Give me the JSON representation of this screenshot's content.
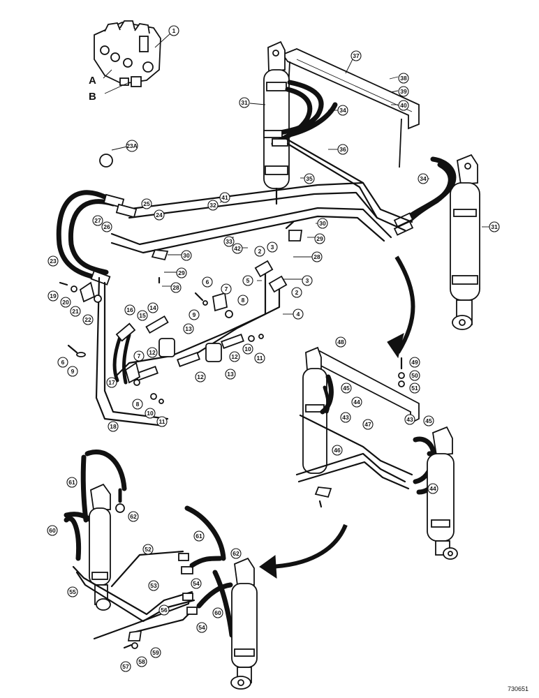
{
  "figure_number": "730651",
  "port_labels": {
    "a": "A",
    "b": "B"
  },
  "callouts": {
    "c1": "1",
    "c2a": "2",
    "c2b": "2",
    "c3a": "3",
    "c3b": "3",
    "c4": "4",
    "c5": "5",
    "c6a": "6",
    "c6b": "6",
    "c7a": "7",
    "c7b": "7",
    "c8a": "8",
    "c8b": "8",
    "c9a": "9",
    "c9b": "9",
    "c10a": "10",
    "c10b": "10",
    "c11a": "11",
    "c11b": "11",
    "c12a": "12",
    "c12b": "12",
    "c12c": "12",
    "c13a": "13",
    "c13b": "13",
    "c14": "14",
    "c15": "15",
    "c16": "16",
    "c17": "17",
    "c18": "18",
    "c19": "19",
    "c20": "20",
    "c21": "21",
    "c22": "22",
    "c23": "23",
    "c23a": "23A",
    "c24": "24",
    "c25": "25",
    "c26": "26",
    "c27": "27",
    "c28a": "28",
    "c28b": "28",
    "c29a": "29",
    "c29b": "29",
    "c30a": "30",
    "c30b": "30",
    "c31a": "31",
    "c31b": "31",
    "c32": "32",
    "c33": "33",
    "c34a": "34",
    "c34b": "34",
    "c35": "35",
    "c36": "36",
    "c37": "37",
    "c38": "38",
    "c39": "39",
    "c40": "40",
    "c41": "41",
    "c42": "42",
    "c43a": "43",
    "c43b": "43",
    "c44a": "44",
    "c44b": "44",
    "c45a": "45",
    "c45b": "45",
    "c46": "46",
    "c47": "47",
    "c48": "48",
    "c49": "49",
    "c50": "50",
    "c51": "51",
    "c52": "52",
    "c53": "53",
    "c54a": "54",
    "c54b": "54",
    "c55": "55",
    "c56": "56",
    "c57": "57",
    "c58": "58",
    "c59": "59",
    "c60a": "60",
    "c60b": "60",
    "c61a": "61",
    "c61b": "61",
    "c62a": "62",
    "c62b": "62"
  }
}
